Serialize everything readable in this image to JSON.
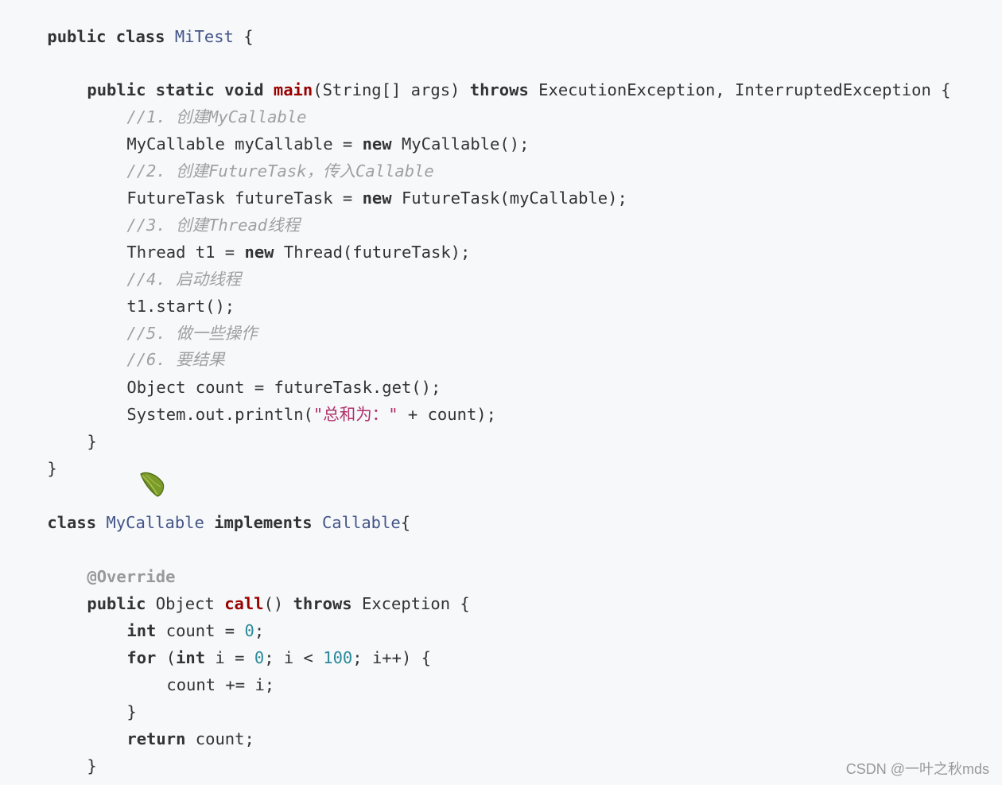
{
  "code": {
    "language": "java",
    "colors": {
      "background": "#f6f8fa",
      "keyword": "#333333",
      "class_name": "#445588",
      "function_name": "#990000",
      "comment": "#a0a0a0",
      "string": "#b0306a",
      "number": "#2b8a9a",
      "annotation": "#999999"
    },
    "lines": [
      {
        "tokens": [
          "public class ",
          "MiTest",
          " {"
        ]
      },
      {
        "tokens": [
          "public static void ",
          "main",
          "(String[] args) ",
          "throws",
          " ExecutionException, InterruptedException {"
        ]
      },
      {
        "tokens": [
          "//1. 创建MyCallable"
        ]
      },
      {
        "tokens": [
          "MyCallable myCallable = ",
          "new",
          " MyCallable();"
        ]
      },
      {
        "tokens": [
          "//2. 创建FutureTask，传入Callable"
        ]
      },
      {
        "tokens": [
          "FutureTask futureTask = ",
          "new",
          " FutureTask(myCallable);"
        ]
      },
      {
        "tokens": [
          "//3. 创建Thread线程"
        ]
      },
      {
        "tokens": [
          "Thread t1 = ",
          "new",
          " Thread(futureTask);"
        ]
      },
      {
        "tokens": [
          "//4. 启动线程"
        ]
      },
      {
        "tokens": [
          "t1.start();"
        ]
      },
      {
        "tokens": [
          "//5. 做一些操作"
        ]
      },
      {
        "tokens": [
          "//6. 要结果"
        ]
      },
      {
        "tokens": [
          "Object count = futureTask.get();"
        ]
      },
      {
        "tokens": [
          "System.out.println(",
          "\"总和为：\"",
          " + count);"
        ]
      },
      {
        "tokens": [
          "}"
        ]
      },
      {
        "tokens": [
          "}"
        ]
      },
      {
        "tokens": [
          "class ",
          "MyCallable",
          " implements ",
          "Callable",
          "{"
        ]
      },
      {
        "tokens": [
          "@Override"
        ]
      },
      {
        "tokens": [
          "public",
          " Object ",
          "call",
          "() ",
          "throws",
          " Exception {"
        ]
      },
      {
        "tokens": [
          "int",
          " count = ",
          "0",
          ";"
        ]
      },
      {
        "tokens": [
          "for",
          " (",
          "int",
          " i = ",
          "0",
          "; i < ",
          "100",
          "; i++) {"
        ]
      },
      {
        "tokens": [
          "count += i;"
        ]
      },
      {
        "tokens": [
          "}"
        ]
      },
      {
        "tokens": [
          "return",
          " count;"
        ]
      },
      {
        "tokens": [
          "}"
        ]
      },
      {
        "tokens": [
          "}"
        ]
      }
    ]
  },
  "overlay": {
    "cursor_icon": "leaf-cursor-icon"
  },
  "watermark": {
    "text": "CSDN @一叶之秋mds"
  }
}
